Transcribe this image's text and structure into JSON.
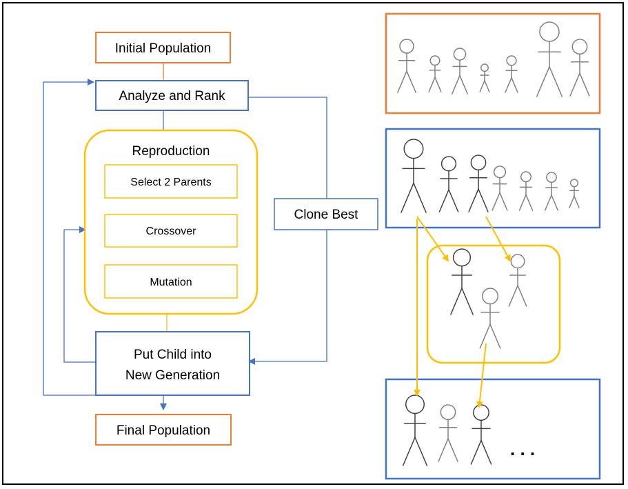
{
  "colors": {
    "orange": "#ED7D31",
    "blue": "#4472C4",
    "yellow": "#FFC000",
    "figure_gray": "#808080",
    "figure_dark": "#404040"
  },
  "flowchart": {
    "initial_population": "Initial Population",
    "analyze_and_rank": "Analyze and Rank",
    "reproduction": "Reproduction",
    "select_parents": "Select 2 Parents",
    "crossover": "Crossover",
    "mutation": "Mutation",
    "put_child_line1": "Put Child into",
    "put_child_line2": "New Generation",
    "final_population": "Final Population",
    "clone_best": "Clone Best"
  },
  "illustration": {
    "ellipsis": ". . ."
  }
}
